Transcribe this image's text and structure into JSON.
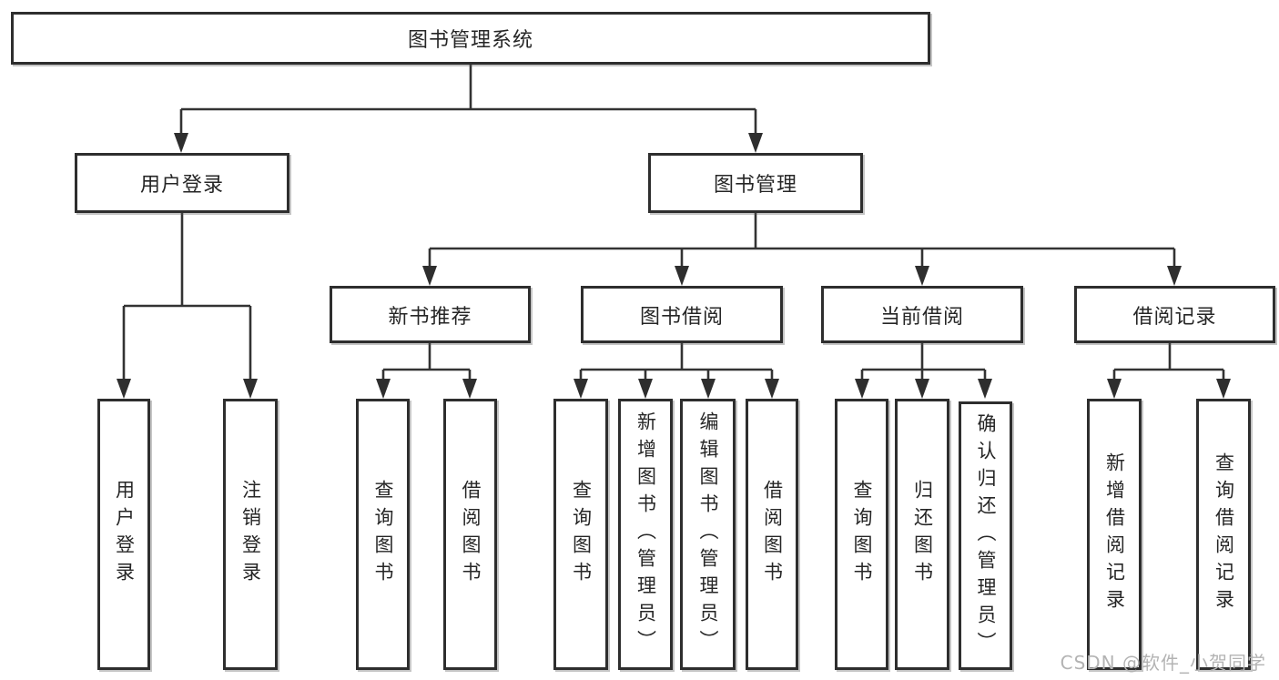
{
  "colors": {
    "background": "#ffffff",
    "line": "#333333",
    "box_border": "#2e2e2e",
    "text": "#262626",
    "watermark": "#b3b3b3"
  },
  "diagram": {
    "root": {
      "label": "图书管理系统"
    },
    "level2": {
      "user_login": {
        "label": "用户登录"
      },
      "book_mgmt": {
        "label": "图书管理"
      }
    },
    "level3": {
      "new_book_rec": {
        "label": "新书推荐"
      },
      "book_borrow": {
        "label": "图书借阅"
      },
      "current_borrow": {
        "label": "当前借阅"
      },
      "borrow_records": {
        "label": "借阅记录"
      }
    },
    "leaves": {
      "user_login_leaf": {
        "label": "用户登录"
      },
      "logout_leaf": {
        "label": "注销登录"
      },
      "rec_query_books": {
        "label": "查询图书"
      },
      "rec_borrow_books": {
        "label": "借阅图书"
      },
      "bb_query_books": {
        "label": "查询图书"
      },
      "bb_add_books": {
        "label": "新增图书（管理员）"
      },
      "bb_edit_books": {
        "label": "编辑图书（管理员）"
      },
      "bb_borrow_books": {
        "label": "借阅图书"
      },
      "cb_query_books": {
        "label": "查询图书"
      },
      "cb_return_books": {
        "label": "归还图书"
      },
      "cb_confirm_return": {
        "label": "确认归还（管理员）"
      },
      "br_add_record": {
        "label": "新增借阅记录"
      },
      "br_query_record": {
        "label": "查询借阅记录"
      }
    }
  },
  "watermark": {
    "text": "CSDN @软件_小贺同学"
  }
}
